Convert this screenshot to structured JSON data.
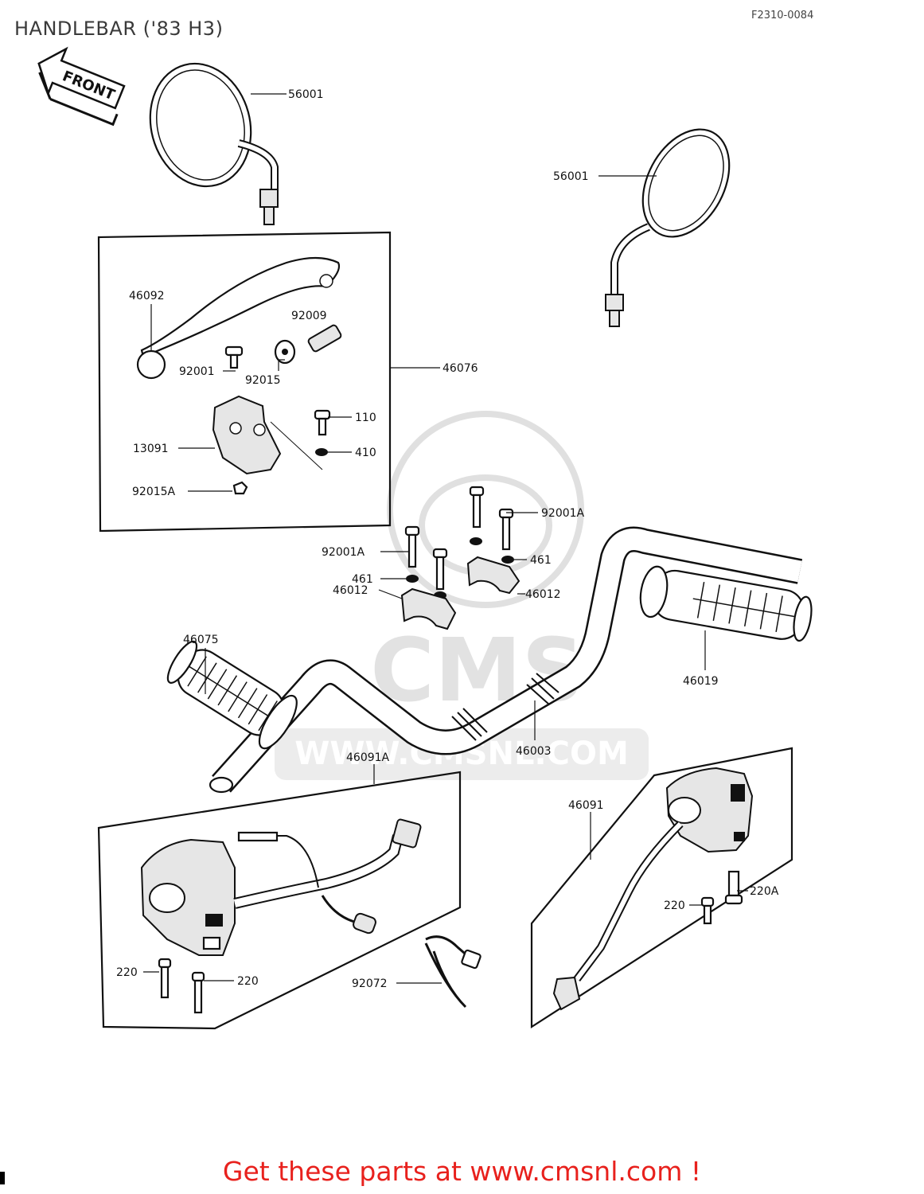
{
  "header": {
    "title": "HANDLEBAR ('83 H3)",
    "code": "F2310-0084"
  },
  "front_arrow": {
    "label": "FRONT"
  },
  "watermark": {
    "brand": "CMS",
    "url": "WWW.CMSNL.COM"
  },
  "labels": {
    "mirror_left": "56001",
    "mirror_right": "56001",
    "lever": "46092",
    "adjuster": "92009",
    "pivot_bolt": "92001",
    "washer": "92015",
    "lever_assy": "46076",
    "bolt_110": "110",
    "washer_410": "410",
    "holder": "13091",
    "nut": "92015A",
    "bolt_top_right": "92001A",
    "bolt_top_left": "92001A",
    "washer_right": "461",
    "washer_left": "461",
    "clamp_right": "46012",
    "clamp_left": "46012",
    "grip_left": "46075",
    "grip_right": "46019",
    "handlebar": "46003",
    "switch_left": "46091A",
    "switch_right": "46091",
    "screw_220a": "220A",
    "screw_220_right": "220",
    "screw_220_left_a": "220",
    "screw_220_left_b": "220",
    "band": "92072"
  },
  "footer": {
    "text": "Get these parts at www.cmsnl.com !"
  }
}
